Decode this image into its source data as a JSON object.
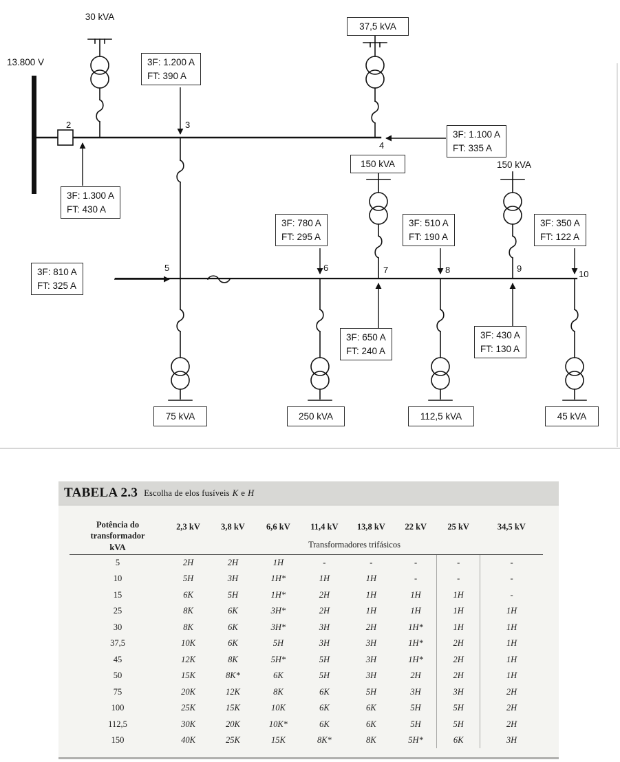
{
  "diagram": {
    "voltage_label": "13.800 V",
    "nodes": {
      "n2": "2",
      "n3": "3",
      "n4": "4",
      "n5": "5",
      "n6": "6",
      "n7": "7",
      "n8": "8",
      "n9": "9",
      "n10": "10"
    },
    "transformers": {
      "t30": "30 kVA",
      "t37_5": "37,5 kVA",
      "t150_a": "150 kVA",
      "t150_b": "150 kVA",
      "t75": "75 kVA",
      "t250": "250 kVA",
      "t112_5": "112,5 kVA",
      "t45": "45 kVA"
    },
    "current_boxes": {
      "b1200": {
        "line1": "3F: 1.200 A",
        "line2": "FT: 390 A"
      },
      "b1300": {
        "line1": "3F: 1.300 A",
        "line2": "FT: 430 A"
      },
      "b1100": {
        "line1": "3F: 1.100 A",
        "line2": "FT: 335 A"
      },
      "b810": {
        "line1": "3F: 810 A",
        "line2": "FT: 325 A"
      },
      "b780": {
        "line1": "3F: 780 A",
        "line2": "FT: 295 A"
      },
      "b510": {
        "line1": "3F: 510 A",
        "line2": "FT: 190 A"
      },
      "b350": {
        "line1": "3F: 350 A",
        "line2": "FT: 122 A"
      },
      "b650": {
        "line1": "3F: 650 A",
        "line2": "FT: 240 A"
      },
      "b430": {
        "line1": "3F: 430 A",
        "line2": "FT: 130 A"
      }
    }
  },
  "table": {
    "title": "TABELA 2.3",
    "subtitle_prefix": "Escolha de elos fusíveis",
    "subtitle_k": "K",
    "subtitle_e": "e",
    "subtitle_h": "H",
    "col1_header_lines": [
      "Potência do",
      "transformador",
      "kVA"
    ],
    "voltage_headers": [
      "2,3 kV",
      "3,8 kV",
      "6,6 kV",
      "11,4 kV",
      "13,8 kV",
      "22 kV",
      "25 kV",
      "34,5 kV"
    ],
    "group_header": "Transformadores trifásicos",
    "rows": [
      {
        "kva": "5",
        "cells": [
          "2H",
          "2H",
          "1H",
          "-",
          "-",
          "-",
          "-",
          "-"
        ]
      },
      {
        "kva": "10",
        "cells": [
          "5H",
          "3H",
          "1H*",
          "1H",
          "1H",
          "-",
          "-",
          "-"
        ]
      },
      {
        "kva": "15",
        "cells": [
          "6K",
          "5H",
          "1H*",
          "2H",
          "1H",
          "1H",
          "1H",
          "-"
        ]
      },
      {
        "kva": "25",
        "cells": [
          "8K",
          "6K",
          "3H*",
          "2H",
          "1H",
          "1H",
          "1H",
          "1H"
        ]
      },
      {
        "kva": "30",
        "cells": [
          "8K",
          "6K",
          "3H*",
          "3H",
          "2H",
          "1H*",
          "1H",
          "1H"
        ]
      },
      {
        "kva": "37,5",
        "cells": [
          "10K",
          "6K",
          "5H",
          "3H",
          "3H",
          "1H*",
          "2H",
          "1H"
        ]
      },
      {
        "kva": "45",
        "cells": [
          "12K",
          "8K",
          "5H*",
          "5H",
          "3H",
          "1H*",
          "2H",
          "1H"
        ]
      },
      {
        "kva": "50",
        "cells": [
          "15K",
          "8K*",
          "6K",
          "5H",
          "3H",
          "2H",
          "2H",
          "1H"
        ]
      },
      {
        "kva": "75",
        "cells": [
          "20K",
          "12K",
          "8K",
          "6K",
          "5H",
          "3H",
          "3H",
          "2H"
        ]
      },
      {
        "kva": "100",
        "cells": [
          "25K",
          "15K",
          "10K",
          "6K",
          "6K",
          "5H",
          "5H",
          "2H"
        ]
      },
      {
        "kva": "112,5",
        "cells": [
          "30K",
          "20K",
          "10K*",
          "6K",
          "6K",
          "5H",
          "5H",
          "2H"
        ]
      },
      {
        "kva": "150",
        "cells": [
          "40K",
          "25K",
          "15K",
          "8K*",
          "8K",
          "5H*",
          "6K",
          "3H"
        ]
      }
    ]
  }
}
